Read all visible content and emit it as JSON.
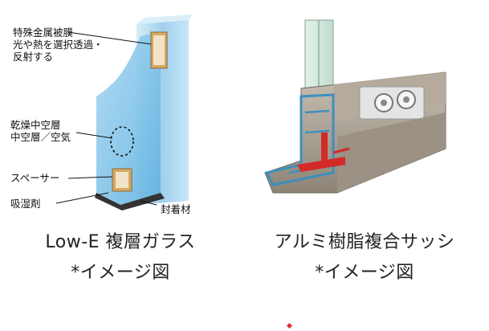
{
  "glass": {
    "callouts": {
      "coating_line1": "特殊金属被膜",
      "coating_line2": "光や熱を選択透過・",
      "coating_line3": "反射する",
      "hollow_line1": "乾燥中空層",
      "hollow_line2": "中空層／空気",
      "spacer": "スペーサー",
      "desiccant": "吸湿剤",
      "sealant": "封着材"
    },
    "caption_line1": "Low-E 複層ガラス",
    "caption_line2": "*イメージ図"
  },
  "sash": {
    "caption_line1": "アルミ樹脂複合サッシ",
    "caption_line2": "*イメージ図"
  },
  "colors": {
    "glass_blue": "#9fd0ec",
    "frame_gray": "#a39a8d",
    "resin_red": "#d42a2a",
    "accent_dot": "#e03030"
  }
}
